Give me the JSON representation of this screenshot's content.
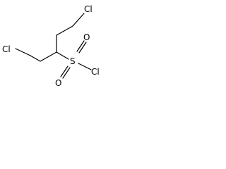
{
  "molecule": {
    "atoms": {
      "cl_top": "Cl",
      "cl_left": "Cl",
      "sulfur": "S",
      "oxygen_top": "O",
      "oxygen_bottom": "O",
      "cl_right": "Cl"
    },
    "colors": {
      "bond": "#000000",
      "label": "#000000",
      "background": "#ffffff"
    }
  }
}
